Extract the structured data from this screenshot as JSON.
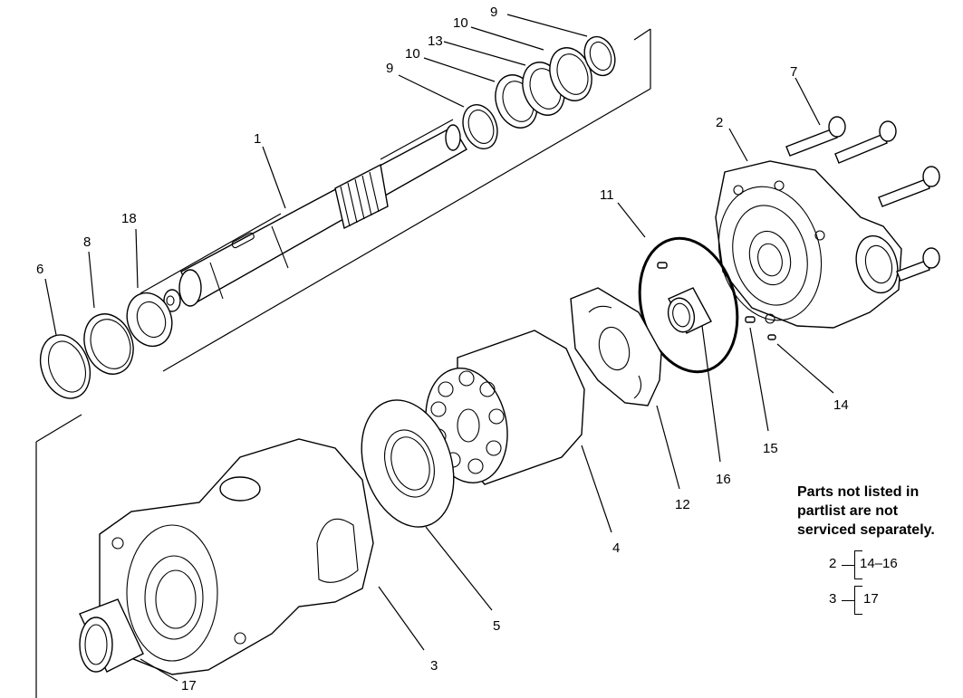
{
  "callouts": [
    "1",
    "2",
    "3",
    "4",
    "5",
    "6",
    "7",
    "8",
    "9",
    "9",
    "10",
    "10",
    "11",
    "12",
    "13",
    "14",
    "15",
    "16",
    "17",
    "18"
  ],
  "note": {
    "lines": [
      "Parts not listed in",
      "partlist are not",
      "serviced separately."
    ]
  },
  "groups": [
    {
      "part": "2",
      "range": "14–16"
    },
    {
      "part": "3",
      "range": "17"
    }
  ]
}
